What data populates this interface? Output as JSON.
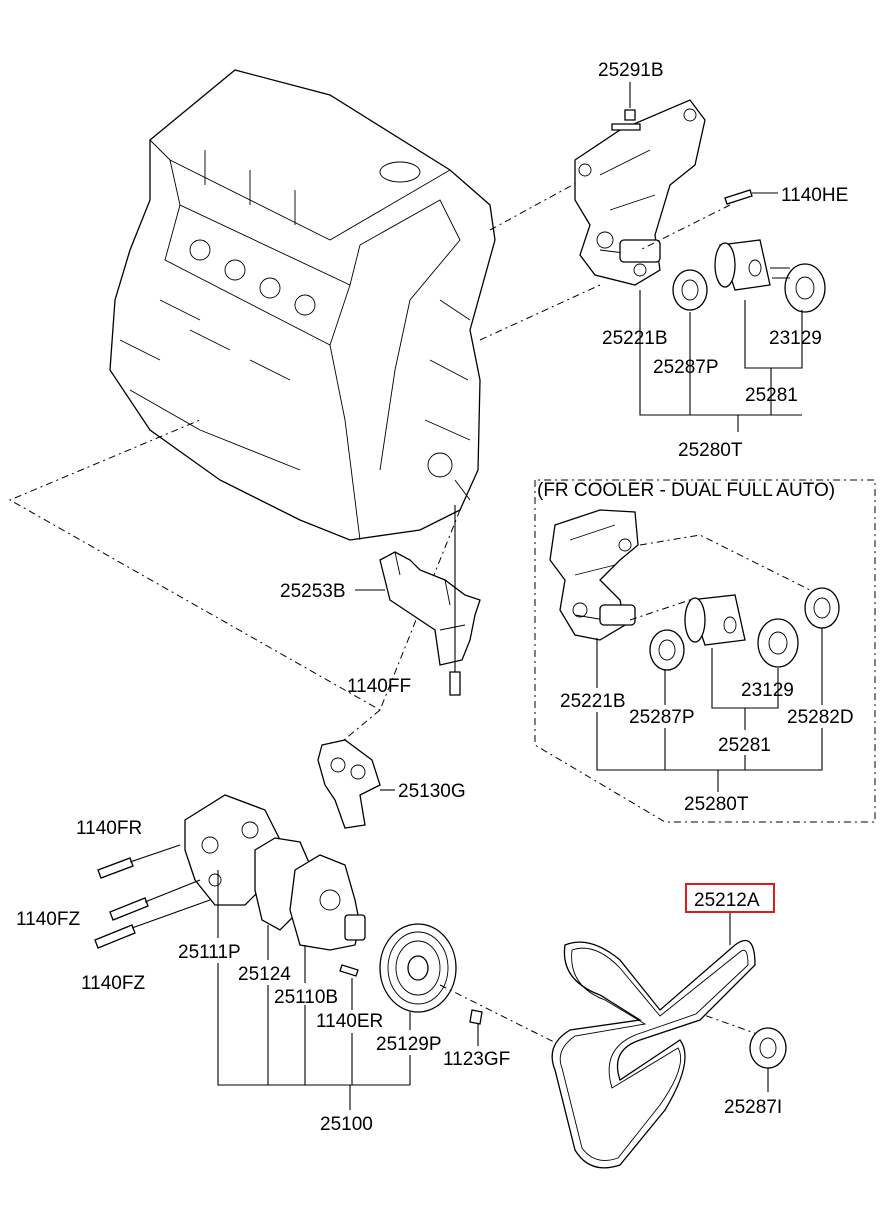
{
  "labels": {
    "p25291B": "25291B",
    "p1140HE": "1140HE",
    "p25221B_top": "25221B",
    "p25287P_top": "25287P",
    "p23129_top": "23129",
    "p25281_top": "25281",
    "p25280T_top": "25280T",
    "note": "(FR COOLER - DUAL FULL AUTO)",
    "p25221B_box": "25221B",
    "p25287P_box": "25287P",
    "p23129_box": "23129",
    "p25282D": "25282D",
    "p25281_box": "25281",
    "p25280T_box": "25280T",
    "p25253B": "25253B",
    "p1140FF": "1140FF",
    "p25130G": "25130G",
    "p1140FR": "1140FR",
    "p1140FZ_a": "1140FZ",
    "p1140FZ_b": "1140FZ",
    "p25111P": "25111P",
    "p25124": "25124",
    "p25110B": "25110B",
    "p1140ER": "1140ER",
    "p25129P": "25129P",
    "p1123GF": "1123GF",
    "p25100": "25100",
    "p25212A": "25212A",
    "p25287I": "25287I"
  },
  "colors": {
    "line": "#000000",
    "highlight": "#e01b1b",
    "background": "#ffffff"
  }
}
